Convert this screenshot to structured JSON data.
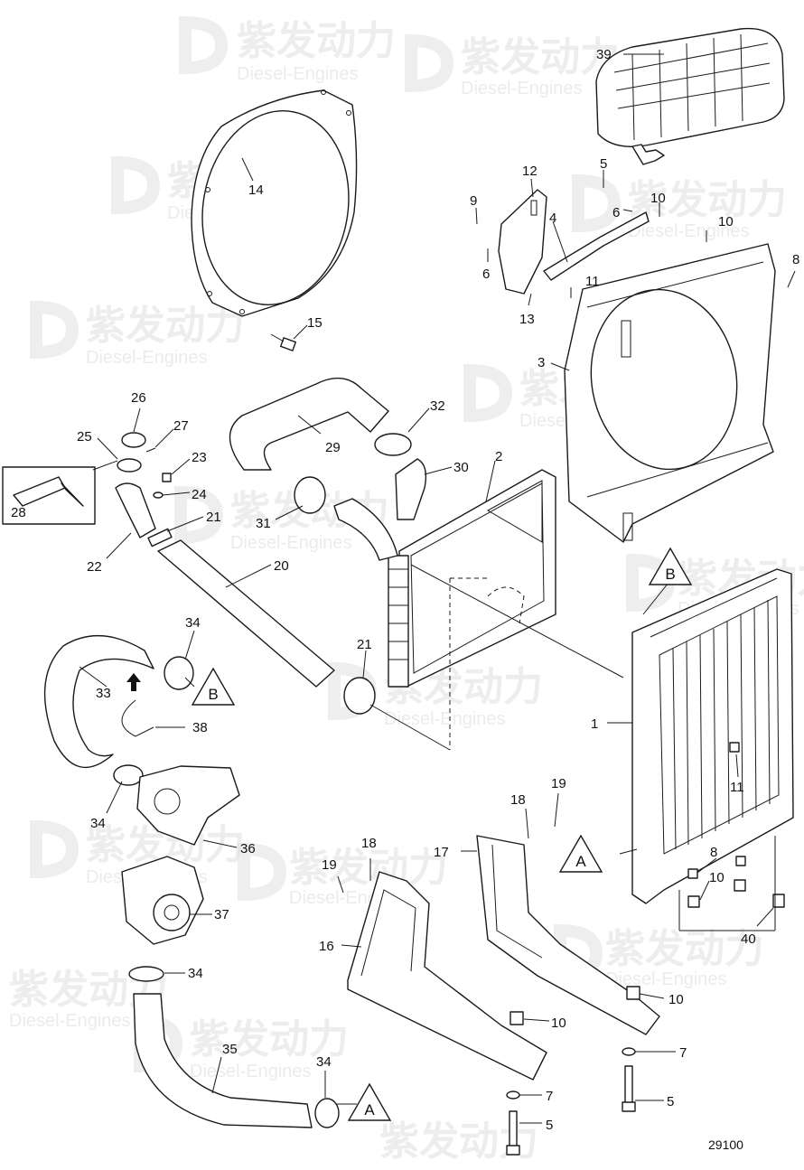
{
  "diagram": {
    "figure_number": "29100",
    "watermark": {
      "cn": "紫发动力",
      "en": "Diesel-Engines"
    },
    "callouts": [
      {
        "id": "c39",
        "text": "39"
      },
      {
        "id": "c14",
        "text": "14"
      },
      {
        "id": "c12",
        "text": "12"
      },
      {
        "id": "c5a",
        "text": "5"
      },
      {
        "id": "c9",
        "text": "9"
      },
      {
        "id": "c4",
        "text": "4"
      },
      {
        "id": "c6a",
        "text": "6"
      },
      {
        "id": "c10a",
        "text": "10"
      },
      {
        "id": "c10b",
        "text": "10"
      },
      {
        "id": "c8a",
        "text": "8"
      },
      {
        "id": "c6b",
        "text": "6"
      },
      {
        "id": "c11a",
        "text": "11"
      },
      {
        "id": "c13",
        "text": "13"
      },
      {
        "id": "c15",
        "text": "15"
      },
      {
        "id": "c3",
        "text": "3"
      },
      {
        "id": "c26",
        "text": "26"
      },
      {
        "id": "c32",
        "text": "32"
      },
      {
        "id": "c27",
        "text": "27"
      },
      {
        "id": "c25",
        "text": "25"
      },
      {
        "id": "c29",
        "text": "29"
      },
      {
        "id": "c23",
        "text": "23"
      },
      {
        "id": "c2",
        "text": "2"
      },
      {
        "id": "c30",
        "text": "30"
      },
      {
        "id": "c24",
        "text": "24"
      },
      {
        "id": "c28",
        "text": "28"
      },
      {
        "id": "c31",
        "text": "31"
      },
      {
        "id": "c21a",
        "text": "21"
      },
      {
        "id": "c22",
        "text": "22"
      },
      {
        "id": "c20",
        "text": "20"
      },
      {
        "id": "c34a",
        "text": "34"
      },
      {
        "id": "c21b",
        "text": "21"
      },
      {
        "id": "c33",
        "text": "33"
      },
      {
        "id": "c38",
        "text": "38"
      },
      {
        "id": "c1",
        "text": "1"
      },
      {
        "id": "c11b",
        "text": "11"
      },
      {
        "id": "c34b",
        "text": "34"
      },
      {
        "id": "c19a",
        "text": "19"
      },
      {
        "id": "c18a",
        "text": "18"
      },
      {
        "id": "c36",
        "text": "36"
      },
      {
        "id": "c17",
        "text": "17"
      },
      {
        "id": "c8b",
        "text": "8"
      },
      {
        "id": "c19b",
        "text": "19"
      },
      {
        "id": "c18b",
        "text": "18"
      },
      {
        "id": "c10c",
        "text": "10"
      },
      {
        "id": "c37",
        "text": "37"
      },
      {
        "id": "c40",
        "text": "40"
      },
      {
        "id": "c16",
        "text": "16"
      },
      {
        "id": "c34c",
        "text": "34"
      },
      {
        "id": "c10d",
        "text": "10"
      },
      {
        "id": "c10e",
        "text": "10"
      },
      {
        "id": "c35",
        "text": "35"
      },
      {
        "id": "c7a",
        "text": "7"
      },
      {
        "id": "c34d",
        "text": "34"
      },
      {
        "id": "c7b",
        "text": "7"
      },
      {
        "id": "c5b",
        "text": "5"
      },
      {
        "id": "c5c",
        "text": "5"
      }
    ],
    "references": [
      {
        "id": "refB1",
        "letter": "B"
      },
      {
        "id": "refB2",
        "letter": "B"
      },
      {
        "id": "refA1",
        "letter": "A"
      },
      {
        "id": "refA2",
        "letter": "A"
      }
    ]
  }
}
